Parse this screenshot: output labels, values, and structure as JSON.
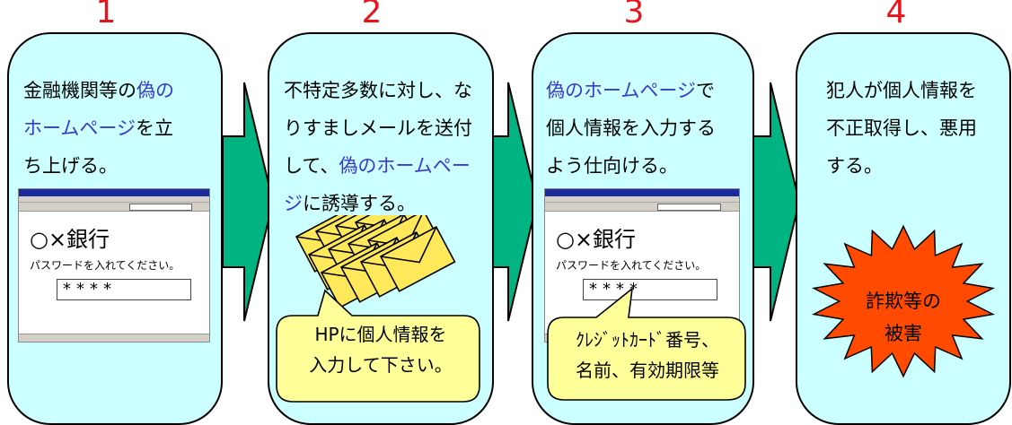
{
  "steps": [
    {
      "number": "1",
      "lines": [
        [
          {
            "t": "金融機関等の",
            "c": "black"
          },
          {
            "t": "偽の",
            "c": "blue"
          }
        ],
        [
          {
            "t": "ホームページ",
            "c": "blue"
          },
          {
            "t": "を立",
            "c": "black"
          }
        ],
        [
          {
            "t": "ち上げる。",
            "c": "black"
          }
        ]
      ]
    },
    {
      "number": "2",
      "lines": [
        [
          {
            "t": "不特定多数に対し、な",
            "c": "black"
          }
        ],
        [
          {
            "t": "りすましメールを送付",
            "c": "black"
          }
        ],
        [
          {
            "t": "して、",
            "c": "black"
          },
          {
            "t": "偽のホームペー",
            "c": "blue"
          }
        ],
        [
          {
            "t": "ジ",
            "c": "blue"
          },
          {
            "t": "に誘導する。",
            "c": "black"
          }
        ]
      ]
    },
    {
      "number": "3",
      "lines": [
        [
          {
            "t": "偽のホームページ",
            "c": "blue"
          },
          {
            "t": "で",
            "c": "black"
          }
        ],
        [
          {
            "t": "個人情報を入力する",
            "c": "black"
          }
        ],
        [
          {
            "t": "よう仕向ける。",
            "c": "black"
          }
        ]
      ]
    },
    {
      "number": "4",
      "lines": [
        [
          {
            "t": "犯人が個人情報を",
            "c": "black"
          }
        ],
        [
          {
            "t": "不正取得し、悪用",
            "c": "black"
          }
        ],
        [
          {
            "t": "する。",
            "c": "black"
          }
        ]
      ]
    }
  ],
  "browser": {
    "bank_name": "○×銀行",
    "password_label": "パスワードを入れてください。",
    "password_value": "****"
  },
  "callout2": {
    "line1": "HPに個人情報を",
    "line2": "入力して下さい。"
  },
  "callout3": {
    "line1": "ｸﾚｼﾞｯﾄｶｰﾄﾞ番号、",
    "line2": "名前、有効期限等"
  },
  "damage": {
    "line1": "詐欺等の",
    "line2": "被害"
  },
  "colors": {
    "card": "#ccffff",
    "arrow": "#00b482",
    "number": "#e8141b",
    "blue_text": "#3a3ad0",
    "callout": "#ffff99",
    "burst": "#ff4a00",
    "envelope": "#ffe95a"
  }
}
